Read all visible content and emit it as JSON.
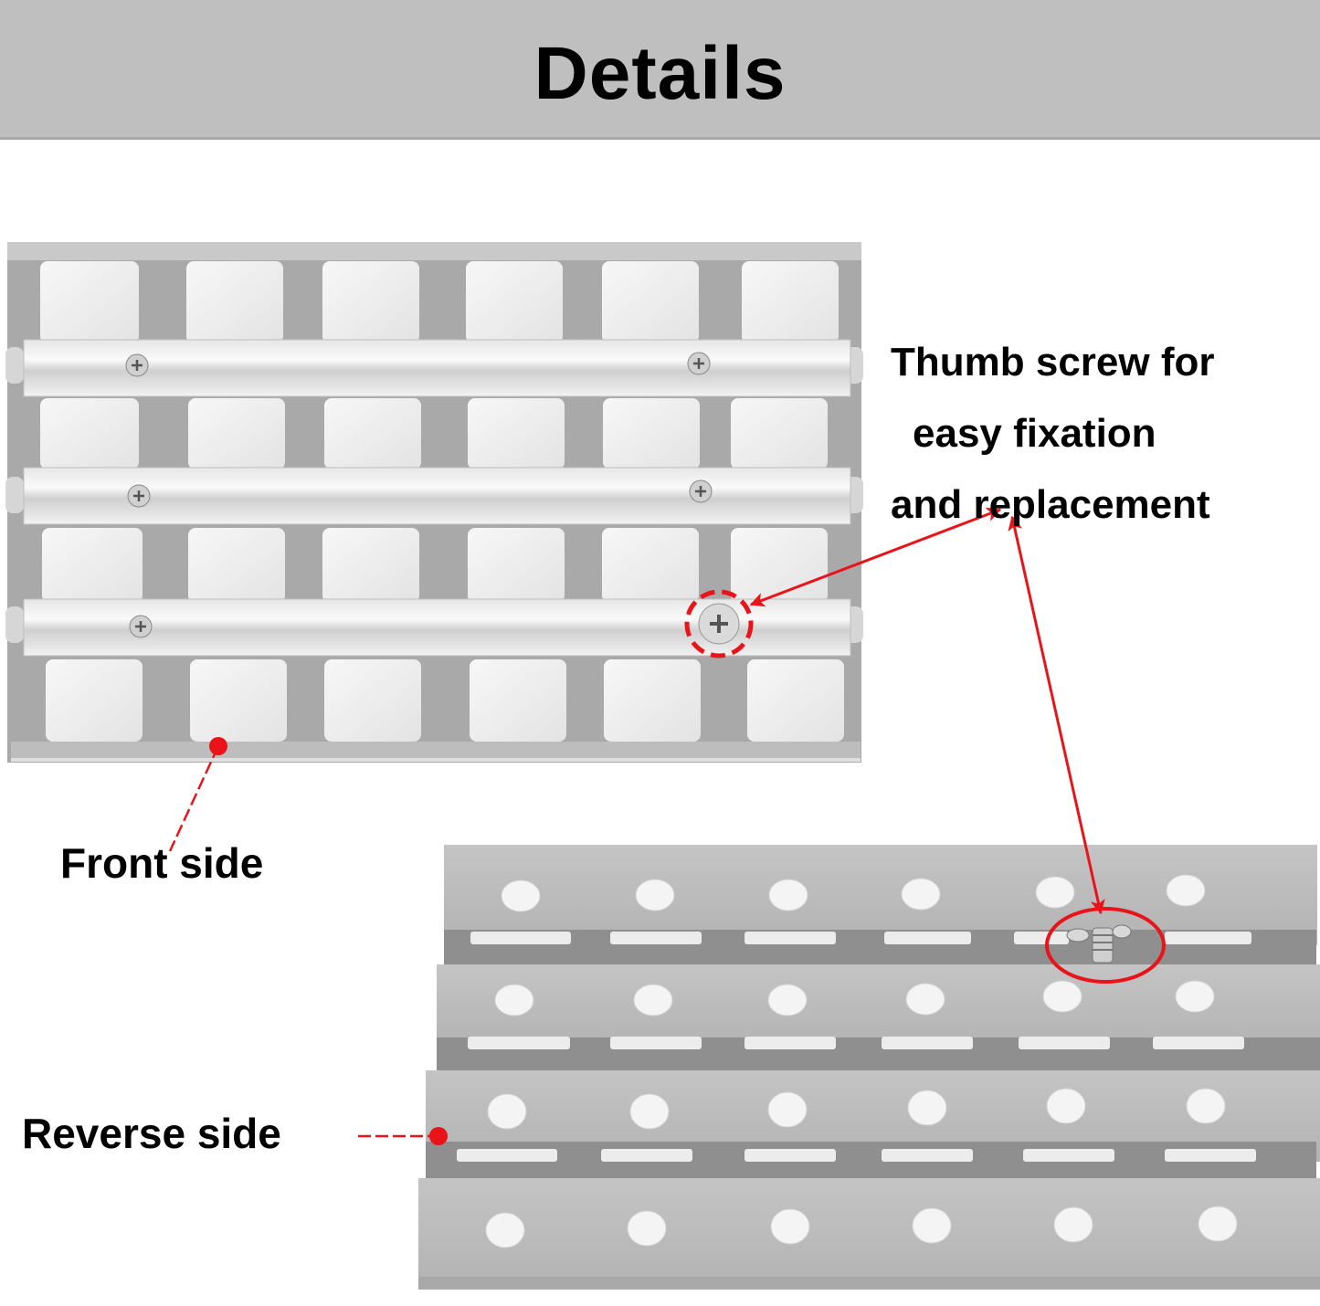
{
  "header": {
    "title": "Details",
    "background": "#bfbfbf"
  },
  "callouts": {
    "thumb_screw": {
      "lines": [
        "Thumb screw for",
        "easy fixation",
        "and replacement"
      ]
    },
    "front_side": "Front side",
    "reverse_side": "Reverse side"
  },
  "colors": {
    "annotation_red": "#e8141a",
    "metal_gray": "#b4b4b4",
    "ceramic_white": "#f0f0f0",
    "text": "#000000"
  },
  "front_panel": {
    "tile_rows": 4,
    "tile_columns": 6,
    "bars": 3,
    "screws_per_bar": 2
  },
  "reverse_panel": {
    "strips": 4,
    "holes_per_strip": 6
  },
  "icons": [
    "phillips-screw-icon",
    "thumb-screw-icon",
    "red-dot-marker-icon",
    "arrow-icon"
  ]
}
